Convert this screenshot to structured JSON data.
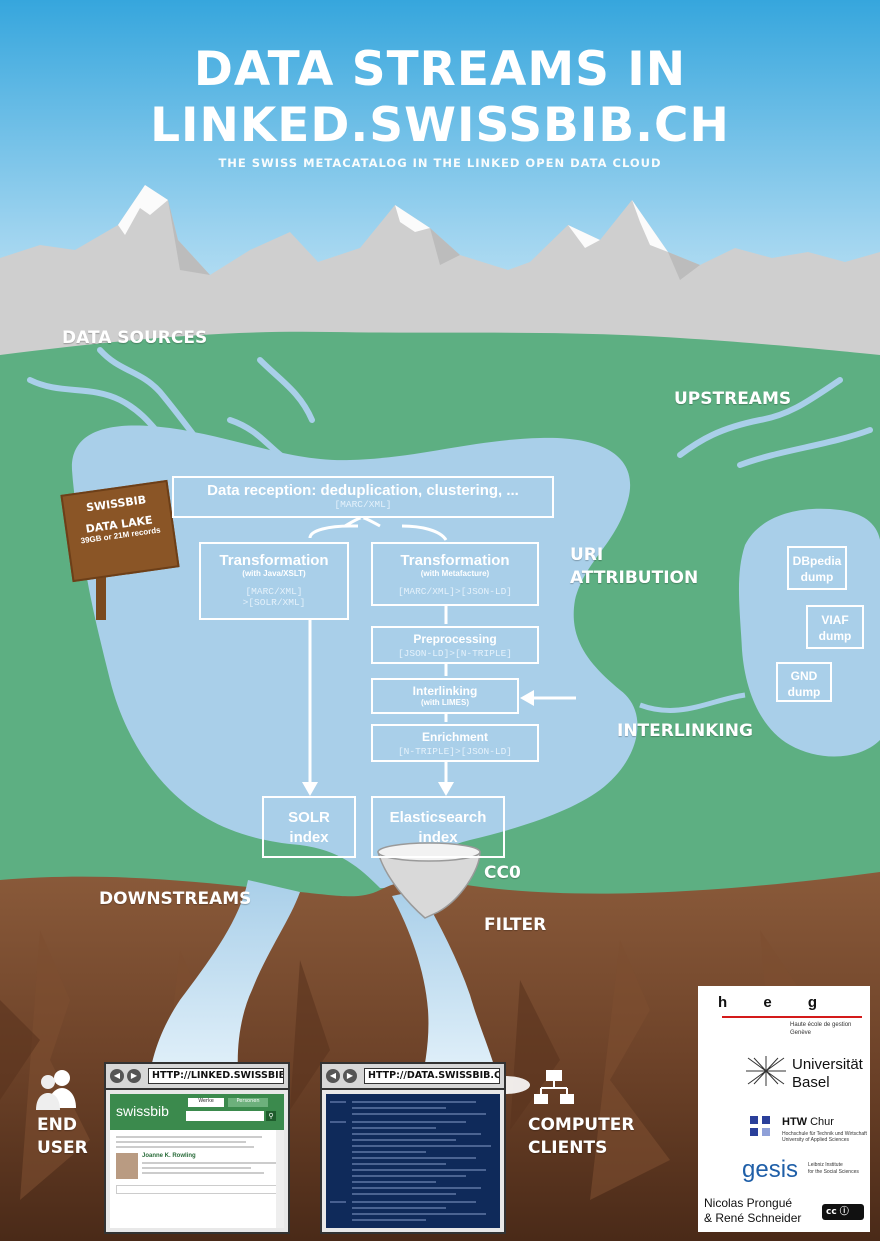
{
  "header": {
    "title_line1": "DATA STREAMS IN",
    "title_line2": "LINKED.SWISSBIB.CH",
    "subtitle": "THE SWISS METACATALOG IN THE LINKED OPEN DATA CLOUD"
  },
  "labels": {
    "data_sources": "DATA SOURCES",
    "upstreams": "UPSTREAMS",
    "uri_attribution_1": "URI",
    "uri_attribution_2": "ATTRIBUTION",
    "interlinking": "INTERLINKING",
    "downstreams": "DOWNSTREAMS",
    "cc0_1": "CC0",
    "cc0_2": "FILTER",
    "end_user_1": "END",
    "end_user_2": "USER",
    "computer_clients_1": "COMPUTER",
    "computer_clients_2": "CLIENTS"
  },
  "sign": {
    "line1": "SWISSBIB",
    "line2": "DATA LAKE",
    "line3": "39GB or 21M records"
  },
  "boxes": {
    "reception": {
      "main": "Data reception: deduplication, clustering, ...",
      "code": "[MARC/XML]"
    },
    "transform_java": {
      "main": "Transformation",
      "sub": "(with Java/XSLT)",
      "code1": "[MARC/XML]",
      "code2": ">[SOLR/XML]"
    },
    "transform_mf": {
      "main": "Transformation",
      "sub": "(with Metafacture)",
      "code": "[MARC/XML]>[JSON-LD]"
    },
    "preprocessing": {
      "main": "Preprocessing",
      "code": "[JSON-LD]>[N-TRIPLE]"
    },
    "interlinking": {
      "main": "Interlinking",
      "sub": "(with LIMES)"
    },
    "enrichment": {
      "main": "Enrichment",
      "code": "[N-TRIPLE]>[JSON-LD]"
    },
    "solr": {
      "line1": "SOLR",
      "line2": "index"
    },
    "elastic": {
      "line1": "Elasticsearch",
      "line2": "index"
    },
    "dbpedia": {
      "line1": "DBpedia",
      "line2": "dump"
    },
    "viaf": {
      "line1": "VIAF",
      "line2": "dump"
    },
    "gnd": {
      "line1": "GND",
      "line2": "dump"
    }
  },
  "browsers": {
    "left": {
      "url": "HTTP://LINKED.SWISSBIB.CH/",
      "app_logo": "swissbib",
      "tab1": "Werke",
      "tab2": "Personen",
      "person": "Joanne K. Rowling"
    },
    "right": {
      "url": "HTTP://DATA.SWISSBIB.CH/"
    }
  },
  "logos": {
    "heg": "h e g",
    "heg_sub1": "Haute école de gestion",
    "heg_sub2": "Genève",
    "basel1": "Universität",
    "basel2": "Basel",
    "htw": "HTW",
    "htw2": "Chur",
    "htw_sub1": "Hochschule für Technik und Wirtschaft",
    "htw_sub2": "University of Applied Sciences",
    "gesis": "gesis",
    "gesis_sub1": "Leibniz Institute",
    "gesis_sub2": "for the Social Sciences",
    "authors1": "Nicolas Prongué",
    "authors2": "& René Schneider",
    "cc": "cc"
  },
  "colors": {
    "sky_top": "#3aa9de",
    "lake": "#a9cfe9",
    "grass": "#5daf82",
    "earth": "#6b4126",
    "mountain": "#c9c9c9",
    "sign": "#8a5526"
  }
}
